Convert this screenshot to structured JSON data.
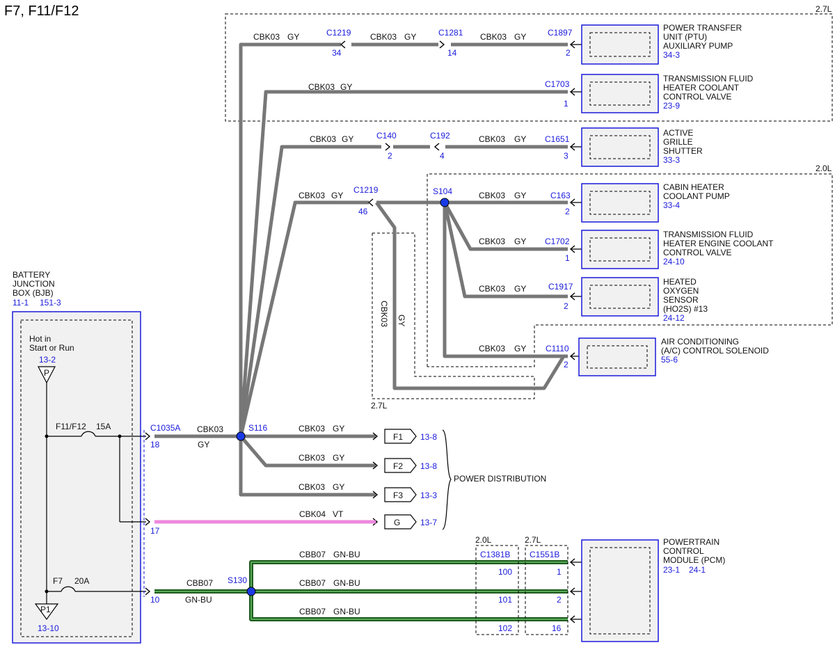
{
  "title": "F7, F11/F12",
  "variants": {
    "v27": "2.7L",
    "v20": "2.0L"
  },
  "bjb": {
    "name_lines": [
      "BATTERY",
      "JUNCTION",
      "BOX (BJB)"
    ],
    "ref1": "11-1",
    "ref2": "151-3",
    "hot_lines": [
      "Hot in",
      "Start or Run"
    ],
    "p_ref": "13-2",
    "p_label": "P",
    "p1_label": "P1",
    "p1_ref": "13-10",
    "fuse1": "F11/F12",
    "fuse1_rating": "15A",
    "fuse2": "F7",
    "fuse2_rating": "20A"
  },
  "connectors": {
    "c1035a": "C1035A",
    "c1035a_pins": [
      "18",
      "17",
      "10"
    ],
    "c1219_top": "C1219",
    "c1219_top_pin": "34",
    "c1281": "C1281",
    "c1281_pin": "14",
    "c1897": "C1897",
    "c1897_pin": "2",
    "c1703": "C1703",
    "c1703_pin": "1",
    "c140": "C140",
    "c140_pin": "2",
    "c192": "C192",
    "c192_pin": "4",
    "c1651": "C1651",
    "c1651_pin": "3",
    "c1219_mid": "C1219",
    "c1219_mid_pin": "46",
    "c163": "C163",
    "c163_pin": "2",
    "c1702": "C1702",
    "c1702_pin": "1",
    "c1917": "C1917",
    "c1917_pin": "2",
    "c1110": "C1110",
    "c1110_pin": "2",
    "c1381b": "C1381B",
    "c1381b_pins": [
      "100",
      "101",
      "102"
    ],
    "c1551b": "C1551B",
    "c1551b_pins": [
      "1",
      "2",
      "16"
    ]
  },
  "splices": {
    "s116": "S116",
    "s104": "S104",
    "s130": "S130"
  },
  "wires": {
    "cbk03": "CBK03",
    "gy": "GY",
    "cbk04": "CBK04",
    "vt": "VT",
    "cbb07": "CBB07",
    "gnbu": "GN-BU"
  },
  "components": {
    "ptu": {
      "lines": [
        "POWER TRANSFER",
        "UNIT (PTU)",
        "AUXILIARY PUMP"
      ],
      "ref": "34-3"
    },
    "tfh": {
      "lines": [
        "TRANSMISSION FLUID",
        "HEATER COOLANT",
        "CONTROL VALVE"
      ],
      "ref": "23-9"
    },
    "ags": {
      "lines": [
        "ACTIVE",
        "GRILLE",
        "SHUTTER"
      ],
      "ref": "33-3"
    },
    "chcp": {
      "lines": [
        "CABIN HEATER",
        "COOLANT PUMP"
      ],
      "ref": "33-4"
    },
    "tfhe": {
      "lines": [
        "TRANSMISSION FLUID",
        "HEATER ENGINE COOLANT",
        "CONTROL VALVE"
      ],
      "ref": "24-10"
    },
    "ho2s": {
      "lines": [
        "HEATED",
        "OXYGEN",
        "SENSOR",
        "(HO2S) #13"
      ],
      "ref": "24-12"
    },
    "ac": {
      "lines": [
        "AIR CONDITIONING",
        "(A/C) CONTROL SOLENOID"
      ],
      "ref": "55-6"
    },
    "pcm": {
      "lines": [
        "POWERTRAIN",
        "CONTROL",
        "MODULE (PCM)"
      ],
      "ref1": "23-1",
      "ref2": "24-1"
    }
  },
  "power_distribution": {
    "label": "POWER DISTRIBUTION",
    "items": [
      {
        "label": "F1",
        "ref": "13-8"
      },
      {
        "label": "F2",
        "ref": "13-8"
      },
      {
        "label": "F3",
        "ref": "13-3"
      },
      {
        "label": "G",
        "ref": "13-7"
      }
    ]
  },
  "colors": {
    "wire_gray": "#777777",
    "wire_violet": "#ee88dd",
    "wire_green": "#1e5c1e",
    "ref_blue": "#1a1adc",
    "splice_blue": "#1a3ae6"
  }
}
